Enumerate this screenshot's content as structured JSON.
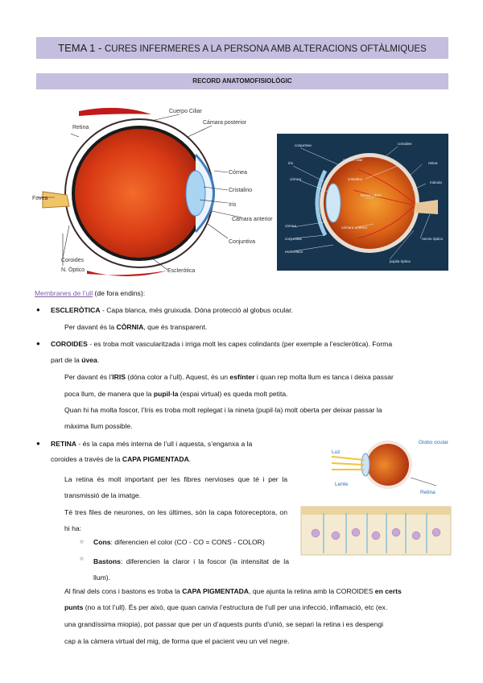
{
  "header": {
    "title_prefix": "TEMA 1 - ",
    "title_rest": "CURES INFERMERES A LA PERSONA AMB ALTERACIONS OFTÀLMIQUES",
    "subtitle": "RECORD ANATOMOFISIOLÒGIC"
  },
  "fig1": {
    "labels": [
      "Cuerpo Ciliar",
      "Cámara posterior",
      "Retina",
      "Córnea",
      "Cristalino",
      "Iris",
      "Cámara anterior",
      "Fovea",
      "Conjuntiva",
      "Coroides",
      "N. Óptico",
      "Esclerótica"
    ]
  },
  "fig2": {
    "labels": [
      "conjuntiva",
      "coroides",
      "iris",
      "cuerpo ciliar",
      "retina",
      "córnea",
      "cristalino",
      "mácula",
      "humor vítreo",
      "cámara anterior",
      "córnea",
      "conjuntiva",
      "nervio óptico",
      "esclerótica",
      "pupila óptica"
    ]
  },
  "fig3": {
    "labels": [
      "Globo ocular",
      "Luz",
      "Lente",
      "Retina"
    ]
  },
  "body": {
    "membranes_title": "Membranes de l’ull",
    "membranes_rest": " (de fora endins):",
    "sclera_term": "ESCLERÒTICA",
    "sclera_text": " - Capa blanca, més gruixuda. Dóna protecció al globus ocular.",
    "cornea_pre": "Per davant és la ",
    "cornea_term": "CÒRNIA",
    "cornea_post": ", que és transparent.",
    "choroid_term": "COROIDES",
    "choroid_text": " - es troba molt vascularitzada i irriga molt les capes colindants (per exemple a l’escleròtica). Forma",
    "uvea_pre": "part de la ",
    "uvea_term": "úvea",
    "uvea_post": ".",
    "iris_pre": "Per davant és l’",
    "iris_term": "IRIS",
    "iris_mid": " (dóna color a l’ull). Aquest, és un ",
    "sphincter_term": "esfínter",
    "iris_post": " i quan rep molta llum es tanca i deixa passar",
    "pupil_pre": "poca llum, de manera que la ",
    "pupil_term": "pupil·la",
    "pupil_post": " (espai virtual) es queda molt petita.",
    "dark_line1": "Quan hi ha molta foscor, l’Iris es troba molt replegat i la nineta (pupil·la) molt oberta per deixar passar la",
    "dark_line2": "màxima llum possible.",
    "retina_term": "RETINA",
    "retina_text": " - és la capa més interna de l’ull i aquesta, s’enganxa a la",
    "retina_line2_pre": "coroides a través de la ",
    "retina_line2_term": "CAPA PIGMENTADA",
    "retina_line2_post": ".",
    "retina_p1": "La retina és molt important per les fibres nervioses que té i per la transmissió de la imatge.",
    "retina_p2": "Té tres files de neurones, on les últimes, són la capa fotoreceptora, on hi ha:",
    "cones_term": "Cons",
    "cones_text": ": diferencien el color (CO - CO = CONS - COLOR)",
    "rods_term": "Bastons",
    "rods_text": ": diferencien la claror i la foscor (la intensitat de la llum).",
    "final_l1_pre": "Al final dels cons i bastons es troba la ",
    "final_l1_term": "CAPA PIGMENTADA",
    "final_l1_mid": ", que ajunta la retina amb la COROIDES ",
    "final_l1_term2": "en certs",
    "final_l2_term": "punts",
    "final_l2_post": " (no a tot l’ull). És per això, que quan canvia l’estructura de l’ull per una infecció, inflamació, etc (ex.",
    "final_l3": "una grandíssima miopia), pot passar que per un d’aquests punts d’unió, se separi la retina i es despengi",
    "final_l4": "cap a la càmera virtual del mig, de forma que el pacient veu un vel negre."
  },
  "colors": {
    "band": "#c6bede",
    "link": "#7b5ea7",
    "eye_red": "#d23a16",
    "fig2_bg": "#17354f"
  }
}
